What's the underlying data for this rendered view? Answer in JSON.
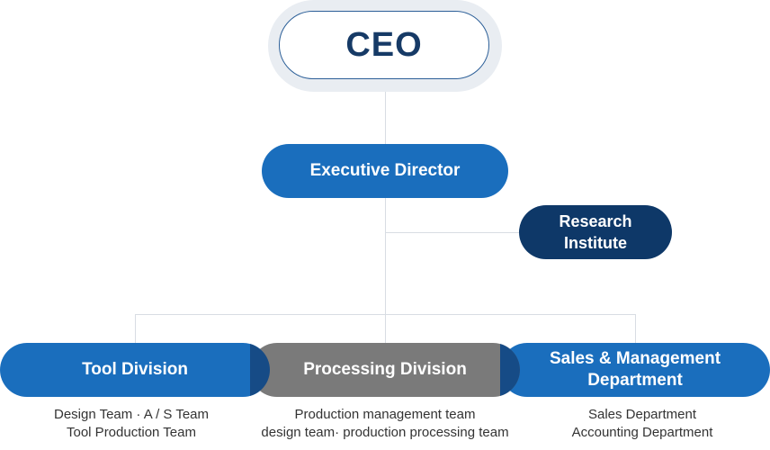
{
  "nodes": {
    "ceo": "CEO",
    "executive_director": "Executive Director",
    "research_institute": "Research\nInstitute",
    "tool_division": "Tool Division",
    "processing_division": "Processing Division",
    "sales_management": "Sales & Management\nDepartment"
  },
  "teams": {
    "tool": [
      "Design Team · A / S Team",
      "Tool Production Team"
    ],
    "processing": [
      "Production management team",
      "design team· production processing team"
    ],
    "sales": [
      "Sales Department",
      "Accounting Department"
    ]
  },
  "colors": {
    "primary_blue": "#1a6ebd",
    "dark_navy": "#0e3868",
    "gray": "#7a7a7a",
    "ceo_text": "#163a66",
    "connector": "#d8dde3"
  }
}
